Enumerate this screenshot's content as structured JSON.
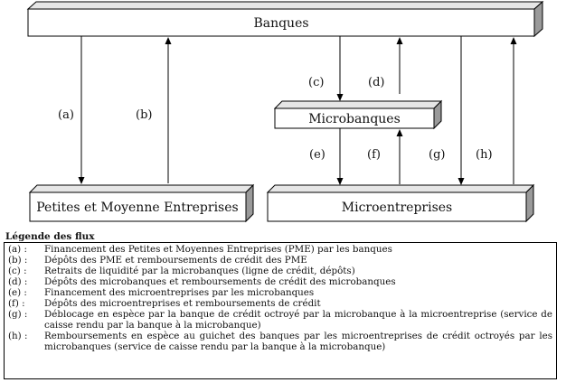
{
  "boxes": {
    "banques": "Banques",
    "microbanques": "Microbanques",
    "pme": "Petites et Moyenne Entreprises",
    "microentreprises": "Microentreprises"
  },
  "flow_labels": {
    "a": "(a)",
    "b": "(b)",
    "c": "(c)",
    "d": "(d)",
    "e": "(e)",
    "f": "(f)",
    "g": "(g)",
    "h": "(h)"
  },
  "legend": {
    "title": "Légende des flux",
    "items": [
      {
        "code": "(a) :",
        "text": "Financement des Petites et Moyennes Entreprises (PME) par les banques"
      },
      {
        "code": "(b) :",
        "text": "Dépôts des PME et remboursements de crédit des PME"
      },
      {
        "code": "(c) :",
        "text": "Retraits de liquidité par la microbanques (ligne de crédit, dépôts)"
      },
      {
        "code": "(d) :",
        "text": "Dépôts des microbanques et remboursements de crédit des microbanques"
      },
      {
        "code": "(e) :",
        "text": "Financement des microentreprises par les microbanques"
      },
      {
        "code": "(f) :",
        "text": "Dépôts des microentreprises et remboursements de crédit"
      },
      {
        "code": "(g) :",
        "text": "Déblocage en espèce par la banque de crédit octroyé par la microbanque à la microentreprise (service de caisse rendu par la banque à la microbanque)"
      },
      {
        "code": "(h) :",
        "text": "Remboursements en espèce au guichet des banques par les microentreprises de crédit octroyés par les microbanques (service de caisse rendu par la banque à la microbanque)"
      }
    ]
  }
}
